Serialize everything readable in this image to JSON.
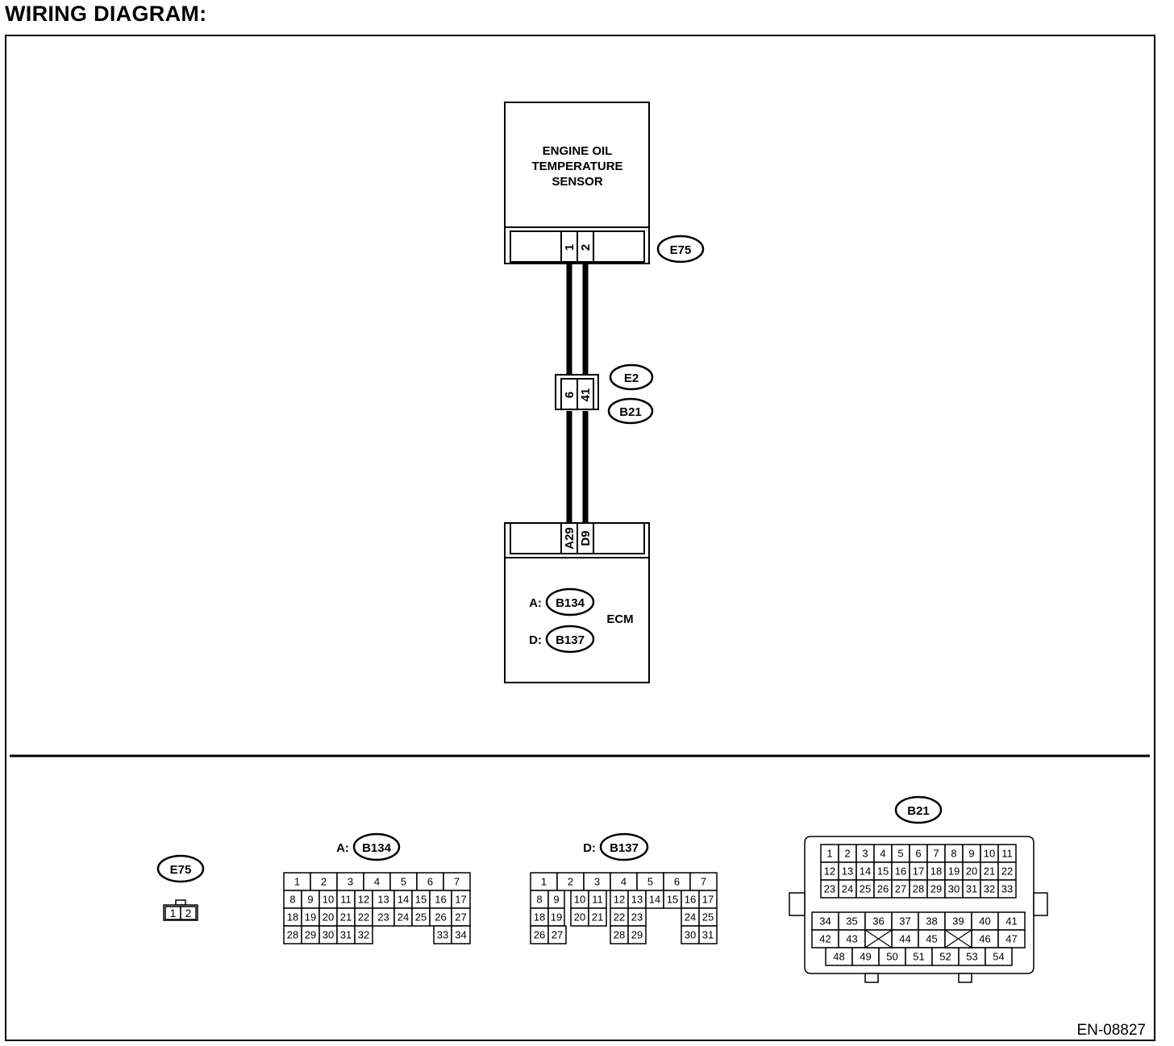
{
  "heading": "WIRING DIAGRAM:",
  "doc_id": "EN-08827",
  "sensor": {
    "lines": [
      "ENGINE OIL",
      "TEMPERATURE",
      "SENSOR"
    ],
    "connector": "E75",
    "pins": [
      "1",
      "2"
    ]
  },
  "joint": {
    "connector_top": "E2",
    "connector_bottom": "B21",
    "pins": [
      "6",
      "41"
    ]
  },
  "ecm": {
    "label": "ECM",
    "pins": [
      "A29",
      "D9"
    ],
    "connectors": [
      {
        "prefix": "A:",
        "id": "B134"
      },
      {
        "prefix": "D:",
        "id": "B137"
      }
    ]
  },
  "connector_views": {
    "e75": {
      "id": "E75",
      "rows": [
        [
          "1",
          "2"
        ]
      ]
    },
    "b134": {
      "prefix": "A:",
      "id": "B134",
      "rows": [
        [
          "1",
          "2",
          "3",
          "4",
          "5",
          "6",
          "7"
        ],
        [
          "8",
          "9",
          "10",
          "11",
          "12",
          "13",
          "14",
          "15",
          "16",
          "17"
        ],
        [
          "18",
          "19",
          "20",
          "21",
          "22",
          "23",
          "24",
          "25",
          "26",
          "27"
        ],
        [
          "28",
          "29",
          "30",
          "31",
          "32",
          "33",
          "34"
        ]
      ]
    },
    "b137": {
      "prefix": "D:",
      "id": "B137",
      "rows": [
        [
          "1",
          "2",
          "3",
          "4",
          "5",
          "6",
          "7"
        ],
        [
          "8",
          "9",
          "10",
          "11",
          "12",
          "13",
          "14",
          "15",
          "16",
          "17"
        ],
        [
          "18",
          "19",
          "20",
          "21",
          "22",
          "23",
          "24",
          "25"
        ],
        [
          "26",
          "27",
          "28",
          "29",
          "30",
          "31"
        ]
      ]
    },
    "b21": {
      "id": "B21",
      "rows": [
        [
          "1",
          "2",
          "3",
          "4",
          "5",
          "6",
          "7",
          "8",
          "9",
          "10",
          "11"
        ],
        [
          "12",
          "13",
          "14",
          "15",
          "16",
          "17",
          "18",
          "19",
          "20",
          "21",
          "22"
        ],
        [
          "23",
          "24",
          "25",
          "26",
          "27",
          "28",
          "29",
          "30",
          "31",
          "32",
          "33"
        ],
        [
          "34",
          "35",
          "36",
          "37",
          "38",
          "39",
          "40",
          "41"
        ],
        [
          "42",
          "43",
          "44",
          "45",
          "46",
          "47"
        ],
        [
          "48",
          "49",
          "50",
          "51",
          "52",
          "53",
          "54"
        ]
      ]
    }
  }
}
